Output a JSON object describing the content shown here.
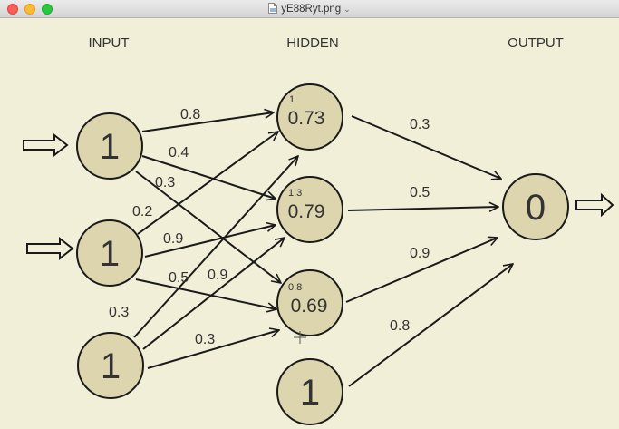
{
  "window": {
    "title": "yE88Ryt.png"
  },
  "diagram": {
    "layer_labels": {
      "input": "INPUT",
      "hidden": "HIDDEN",
      "output": "OUTPUT"
    },
    "nodes": {
      "in1": {
        "value": "1"
      },
      "in2": {
        "value": "1"
      },
      "in3": {
        "value": "1"
      },
      "h1": {
        "value": "0.73",
        "sum": "1"
      },
      "h2": {
        "value": "0.79",
        "sum": "1.3"
      },
      "h3": {
        "value": "0.69",
        "sum": "0.8"
      },
      "bias": {
        "value": "1"
      },
      "out": {
        "value": "0"
      }
    },
    "weights": {
      "in1_h1": "0.8",
      "in1_h2": "0.4",
      "in1_h3": "0.3",
      "in2_h1": "0.2",
      "in2_h2": "0.9",
      "in2_h3": "0.5",
      "in3_h2": "0.9",
      "in3_h1": "0.3",
      "in3_h3": "0.3",
      "h1_out": "0.3",
      "h2_out": "0.5",
      "h3_out": "0.9",
      "bias_out": "0.8"
    }
  }
}
